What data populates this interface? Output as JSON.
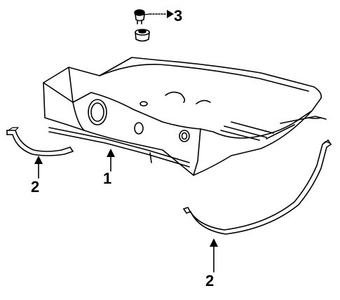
{
  "callouts": {
    "part_1": "1",
    "part_2_left": "2",
    "part_2_right": "2",
    "part_3": "3"
  },
  "colors": {
    "line": "#000000",
    "background": "#ffffff"
  }
}
